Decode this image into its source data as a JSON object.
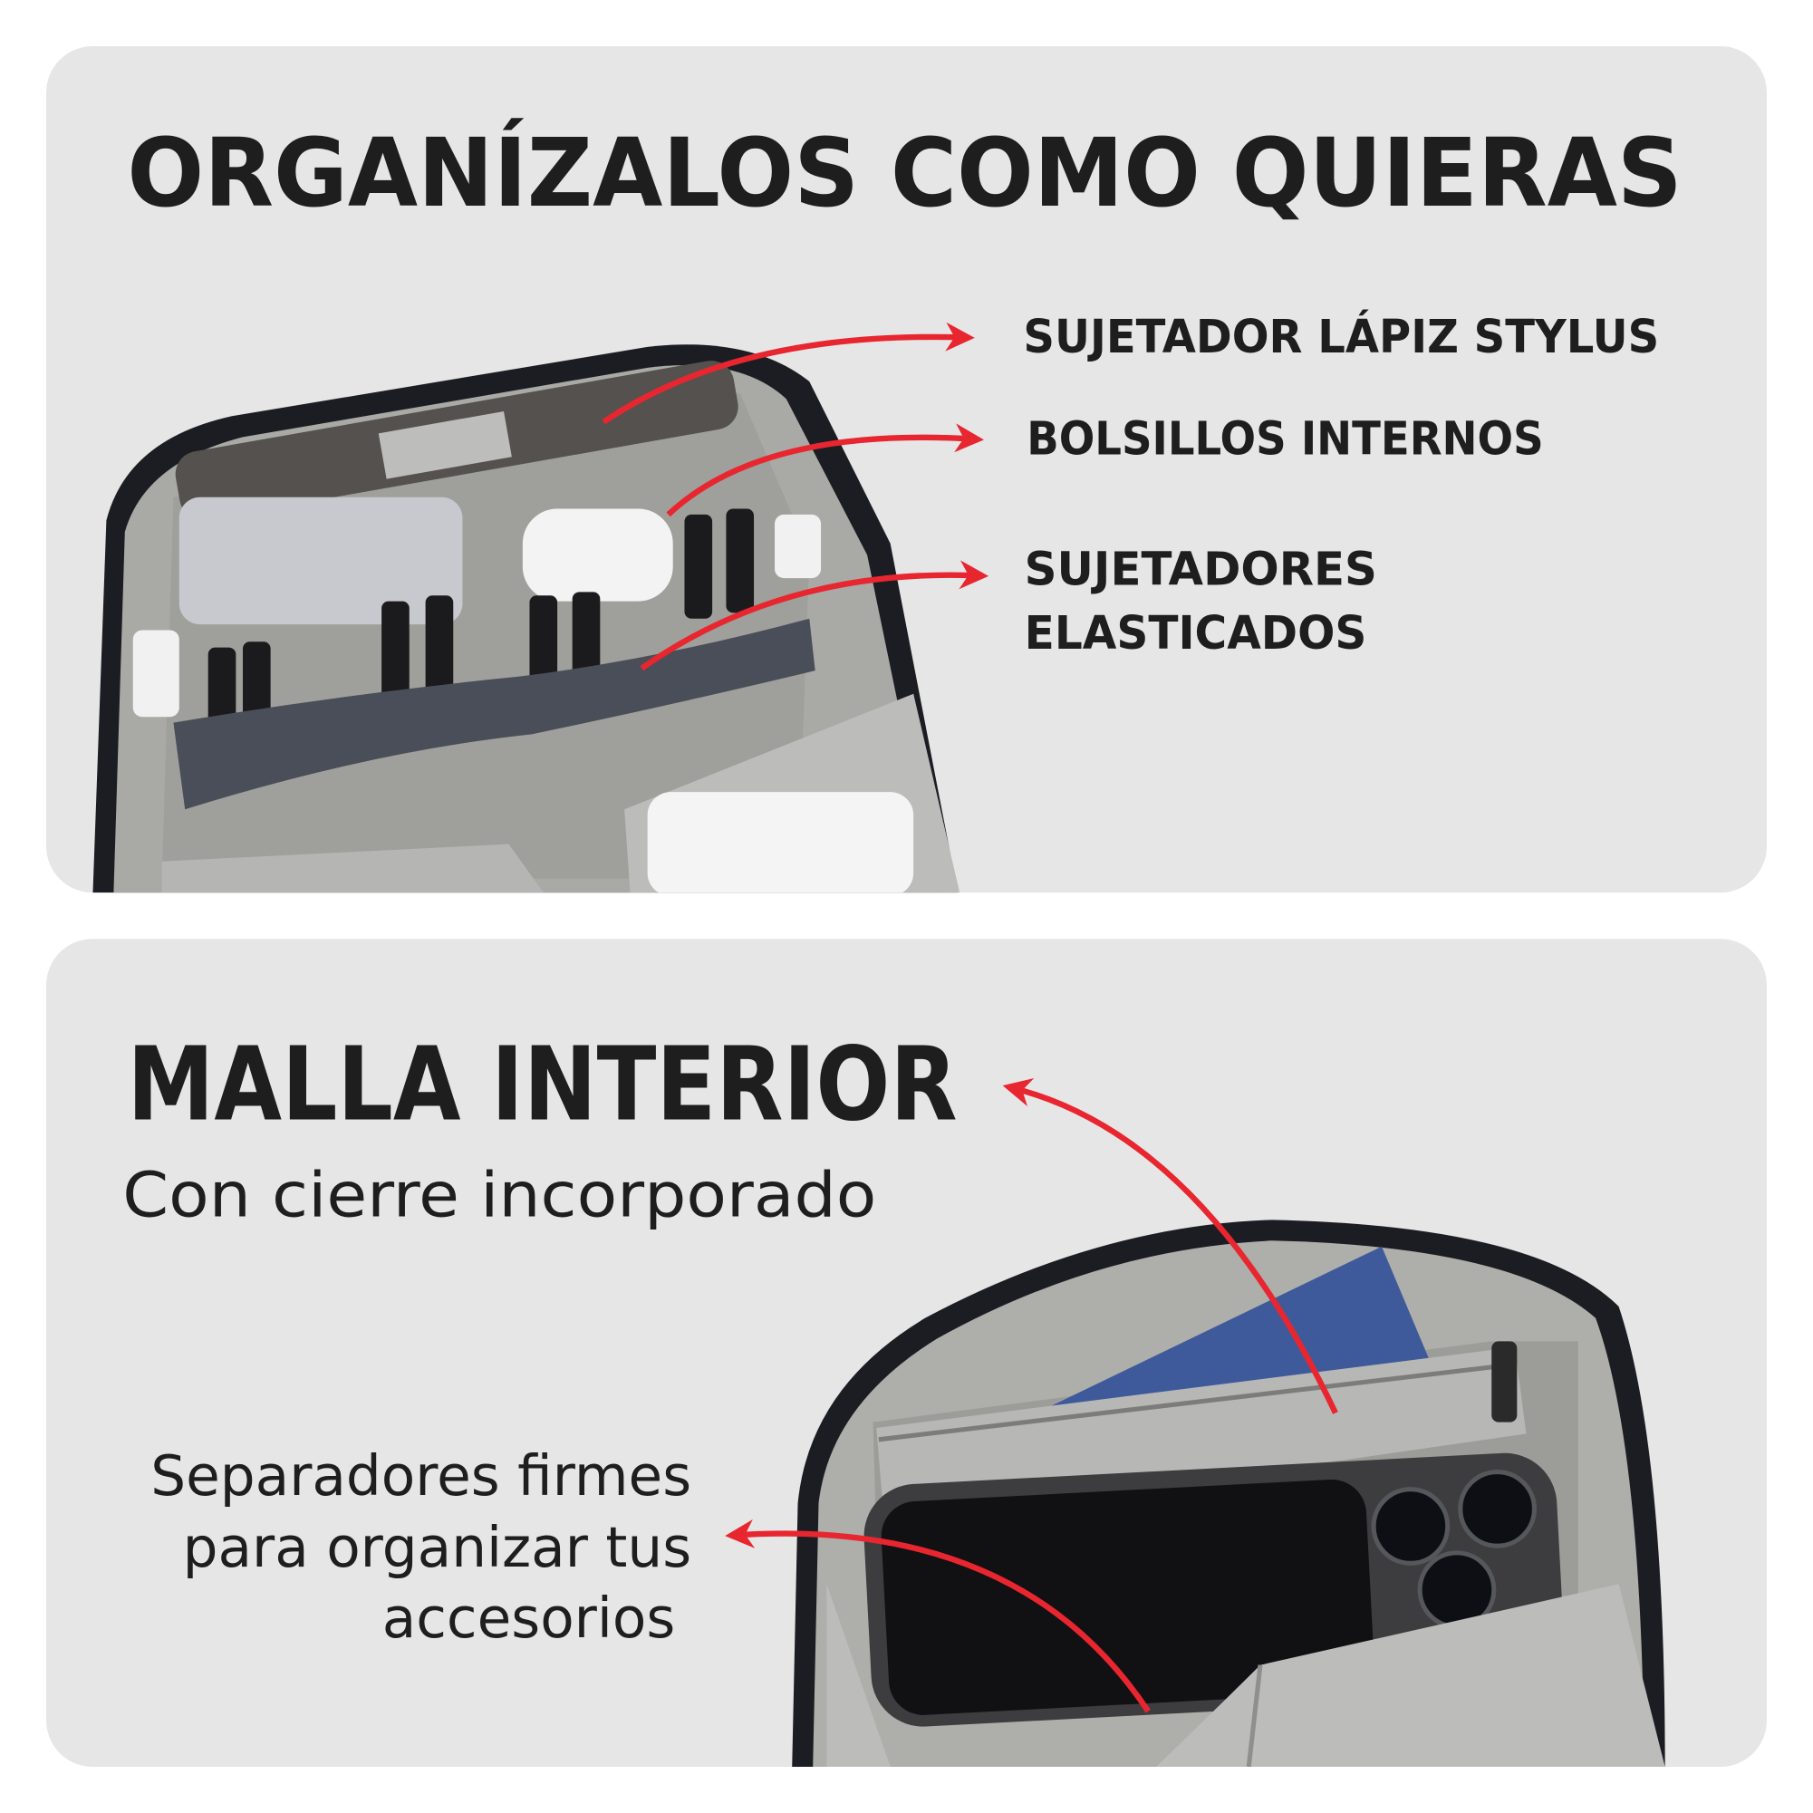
{
  "colors": {
    "panel": "#e6e6e6",
    "text": "#1e1e1e",
    "arrow": "#e8262f",
    "bag_lining": "#a9aaa6",
    "bag_shell": "#1c1d22",
    "elastic": "#4a4e58",
    "passport": "#3f5a9a"
  },
  "top_panel": {
    "title": "ORGANÍZALOS COMO QUIERAS",
    "callouts": [
      {
        "label": "SUJETADOR LÁPIZ STYLUS"
      },
      {
        "label": "BOLSILLOS INTERNOS"
      },
      {
        "label_lines": [
          "SUJETADORES",
          "ELASTICADOS"
        ]
      }
    ]
  },
  "bottom_panel": {
    "title": "MALLA INTERIOR",
    "subtitle": "Con cierre incorporado",
    "side_text_lines": [
      "Separadores firmes",
      "para organizar tus",
      "accesorios"
    ]
  }
}
